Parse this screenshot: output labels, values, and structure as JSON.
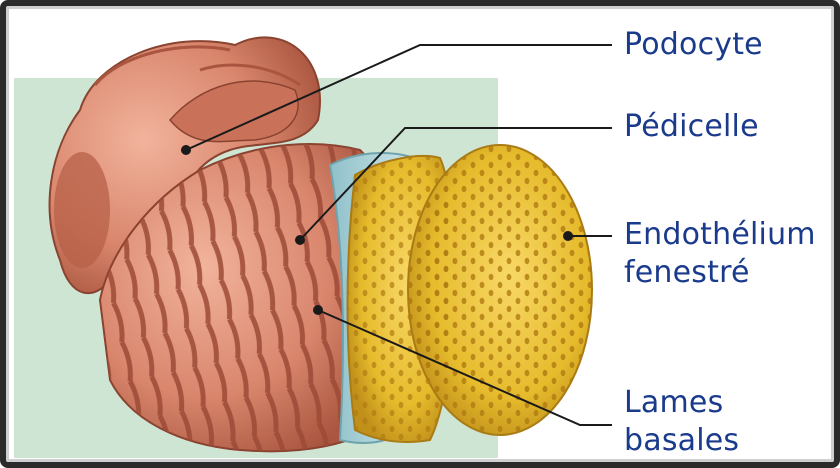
{
  "colors": {
    "label_text": "#1a3a8c",
    "background_panel": "#cfe5d4",
    "podocyte": "#d9866d",
    "endothelium": "#e6bb2c",
    "basement": "#b9d8de",
    "leader_line": "#1a1a1a"
  },
  "labels": {
    "podocyte": "Podocyte",
    "pedicelle": "Pédicelle",
    "endothelium_line1": "Endothélium",
    "endothelium_line2": "fenestré",
    "lames_line1": "Lames",
    "lames_line2": "basales"
  }
}
